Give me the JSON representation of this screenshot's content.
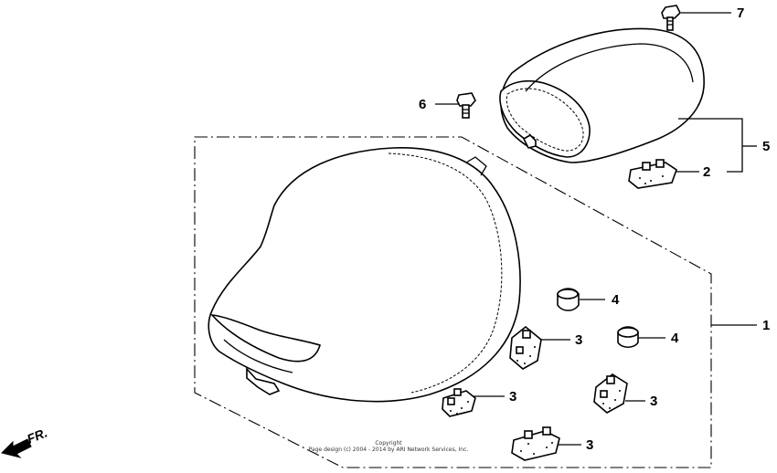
{
  "callouts": {
    "c1": "1",
    "c2": "2",
    "c3a": "3",
    "c3b": "3",
    "c3c": "3",
    "c3d": "3",
    "c4a": "4",
    "c4b": "4",
    "c5": "5",
    "c6": "6",
    "c7": "7"
  },
  "copyright": {
    "line1": "Copyright",
    "line2": "Page design (c) 2004 - 2014 by ARI Network Services, Inc."
  },
  "direction": {
    "label": "FR."
  }
}
